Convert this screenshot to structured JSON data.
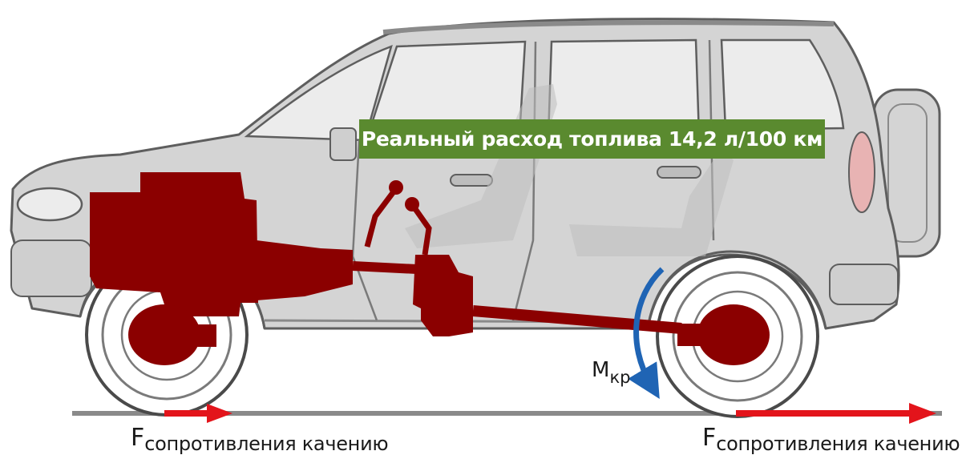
{
  "banner": {
    "text": "Реальный расход топлива 14,2 л/100 км",
    "color": "#5a8a2f"
  },
  "torque_label": {
    "main": "M",
    "sub": "кр"
  },
  "force_label_left": {
    "main": "F",
    "sub": "сопротивления качению"
  },
  "force_label_right": {
    "main": "F",
    "sub": "сопротивления качению"
  },
  "colors": {
    "body": "#d4d4d4",
    "outline": "#5e5e5e",
    "drivetrain": "#8b0000",
    "force_arrow": "#e3141b",
    "torque_arrow": "#1f64b4",
    "banner": "#5a8a2f"
  }
}
